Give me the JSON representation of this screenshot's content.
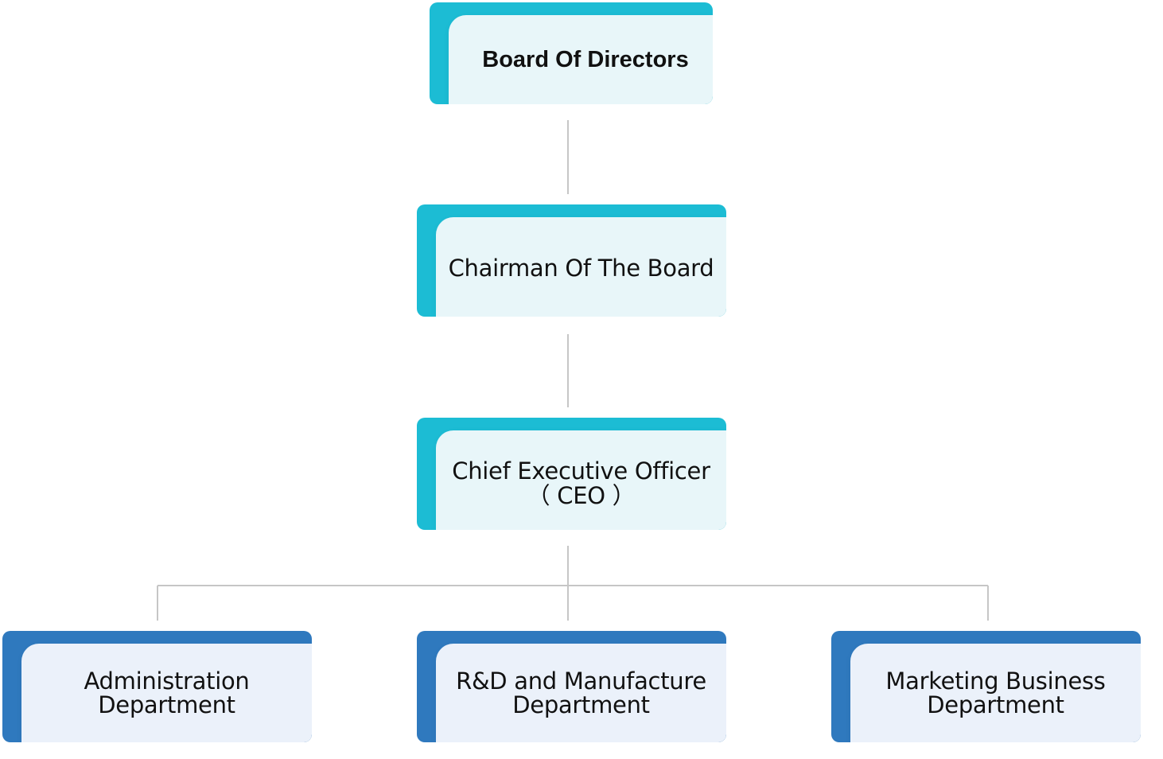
{
  "org_chart": {
    "board": {
      "label": "Board Of Directors"
    },
    "chairman": {
      "label": "Chairman Of The Board"
    },
    "ceo": {
      "line1": "Chief Executive Officer",
      "line2": "（ CEO ）"
    },
    "departments": [
      {
        "line1": "Administration",
        "line2": "Department"
      },
      {
        "line1": "R&D and Manufacture",
        "line2": "Department"
      },
      {
        "line1": "Marketing Business",
        "line2": "Department"
      }
    ]
  },
  "colors": {
    "executive_accent": "#1cbcd4",
    "executive_fill": "#e8f6f9",
    "department_accent": "#2f79be",
    "department_fill": "#ebf1fa",
    "connector": "#c6c6c6"
  }
}
